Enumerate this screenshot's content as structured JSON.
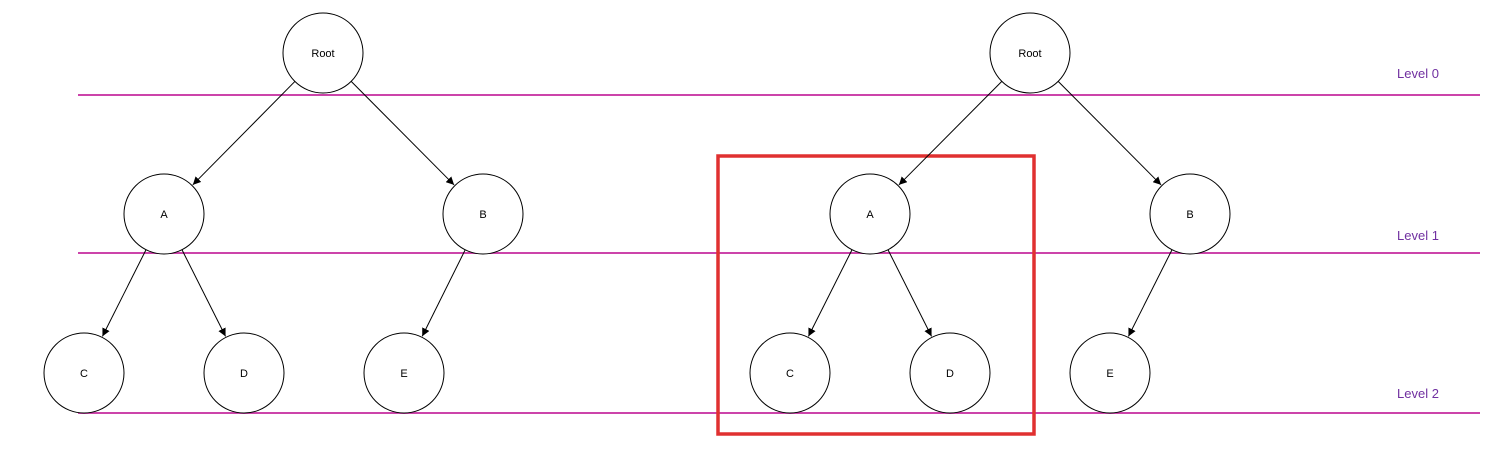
{
  "colors": {
    "level_line": "#cc44aa",
    "level_label": "#7030a0",
    "highlight": "#e03030",
    "node_stroke": "#000000",
    "edge": "#000000"
  },
  "levels": [
    {
      "label": "Level 0"
    },
    {
      "label": "Level 1"
    },
    {
      "label": "Level 2"
    }
  ],
  "trees": [
    {
      "nodes": [
        {
          "id": "root",
          "label": "Root"
        },
        {
          "id": "a",
          "label": "A"
        },
        {
          "id": "b",
          "label": "B"
        },
        {
          "id": "c",
          "label": "C"
        },
        {
          "id": "d",
          "label": "D"
        },
        {
          "id": "e",
          "label": "E"
        }
      ],
      "edges": [
        [
          "root",
          "a"
        ],
        [
          "root",
          "b"
        ],
        [
          "a",
          "c"
        ],
        [
          "a",
          "d"
        ],
        [
          "b",
          "e"
        ]
      ]
    },
    {
      "nodes": [
        {
          "id": "root",
          "label": "Root"
        },
        {
          "id": "a",
          "label": "A"
        },
        {
          "id": "b",
          "label": "B"
        },
        {
          "id": "c",
          "label": "C"
        },
        {
          "id": "d",
          "label": "D"
        },
        {
          "id": "e",
          "label": "E"
        }
      ],
      "edges": [
        [
          "root",
          "a"
        ],
        [
          "root",
          "b"
        ],
        [
          "a",
          "c"
        ],
        [
          "a",
          "d"
        ],
        [
          "b",
          "e"
        ]
      ],
      "highlighted_subtree": [
        "a",
        "c",
        "d"
      ]
    }
  ]
}
